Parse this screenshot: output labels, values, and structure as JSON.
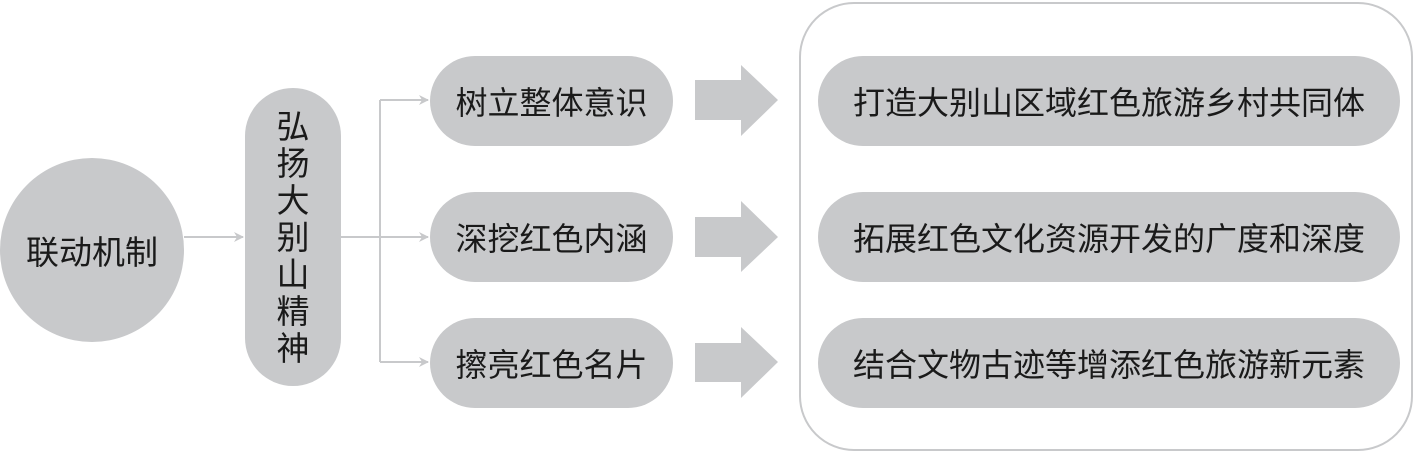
{
  "diagram": {
    "root": {
      "label": "联动机制"
    },
    "spirit": {
      "label": "弘扬大别山精神",
      "chars": [
        "弘",
        "扬",
        "大",
        "别",
        "山",
        "精",
        "神"
      ]
    },
    "measures": [
      {
        "label": "树立整体意识"
      },
      {
        "label": "深挖红色内涵"
      },
      {
        "label": "擦亮红色名片"
      }
    ],
    "outcomes": [
      {
        "label": "打造大别山区域红色旅游乡村共同体"
      },
      {
        "label": "拓展红色文化资源开发的广度和深度"
      },
      {
        "label": "结合文物古迹等增添红色旅游新元素"
      }
    ],
    "colors": {
      "node_fill": "#c8c9cb",
      "connector": "#c8c9cb",
      "text": "#1a1a1a"
    }
  }
}
